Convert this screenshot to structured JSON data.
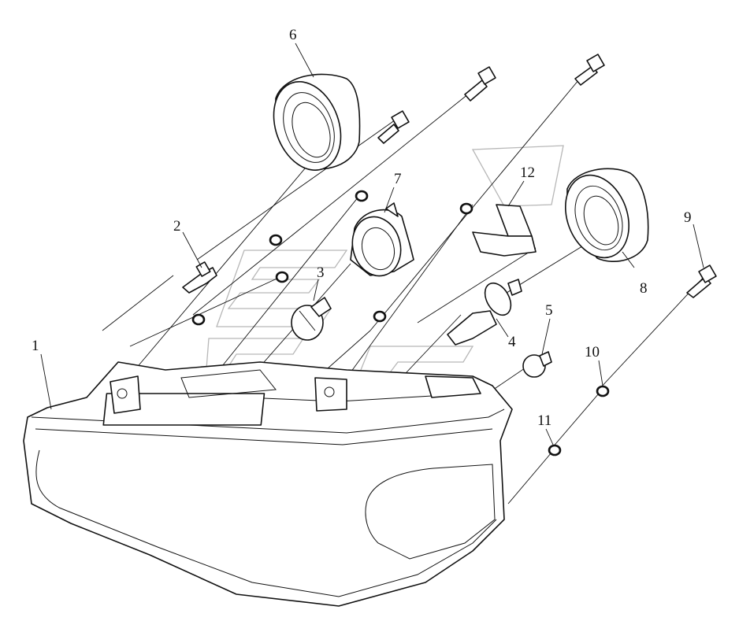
{
  "callouts": [
    {
      "id": "1",
      "text": "1"
    },
    {
      "id": "2",
      "text": "2"
    },
    {
      "id": "3",
      "text": "3"
    },
    {
      "id": "4",
      "text": "4"
    },
    {
      "id": "5",
      "text": "5"
    },
    {
      "id": "6",
      "text": "6"
    },
    {
      "id": "7",
      "text": "7"
    },
    {
      "id": "8",
      "text": "8"
    },
    {
      "id": "9",
      "text": "9"
    },
    {
      "id": "10",
      "text": "10"
    },
    {
      "id": "11",
      "text": "11"
    },
    {
      "id": "12",
      "text": "12"
    }
  ],
  "colors": {
    "line": "#111111",
    "watermark": "#999999",
    "background": "#ffffff"
  }
}
